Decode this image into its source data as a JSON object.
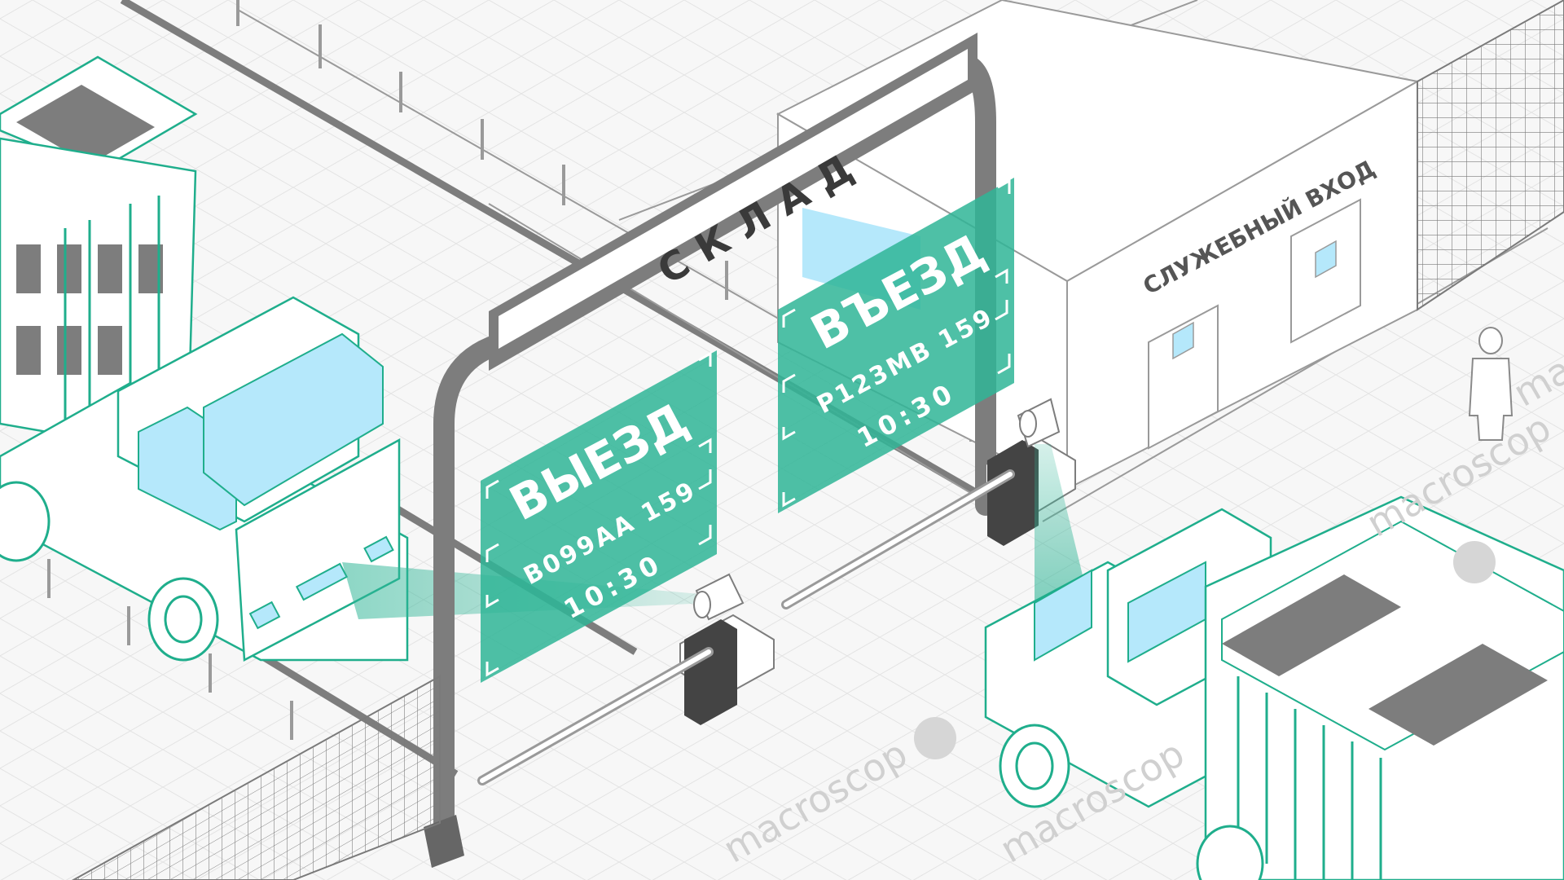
{
  "warehouse_sign": "СКЛАД",
  "building_sign": "СЛУЖЕБНЫЙ ВХОД",
  "exit_overlay": {
    "title": "ВЫЕЗД",
    "plate": "В099АА 159",
    "time": "10:30"
  },
  "entry_overlay": {
    "title": "ВЪЕЗД",
    "plate": "Р123МВ 159",
    "time": "10:30"
  },
  "watermark": "macroscop",
  "colors": {
    "accent": "#1fae8c",
    "accent_fill": "#2fb596",
    "glass": "#b5e8fb",
    "line_gray": "#9a9a9a",
    "dark_gray": "#808080",
    "barrier_dark": "#444444"
  },
  "icons": [
    "camera-icon",
    "barrier-icon",
    "truck-icon",
    "person-icon",
    "building-icon",
    "fence-icon"
  ]
}
